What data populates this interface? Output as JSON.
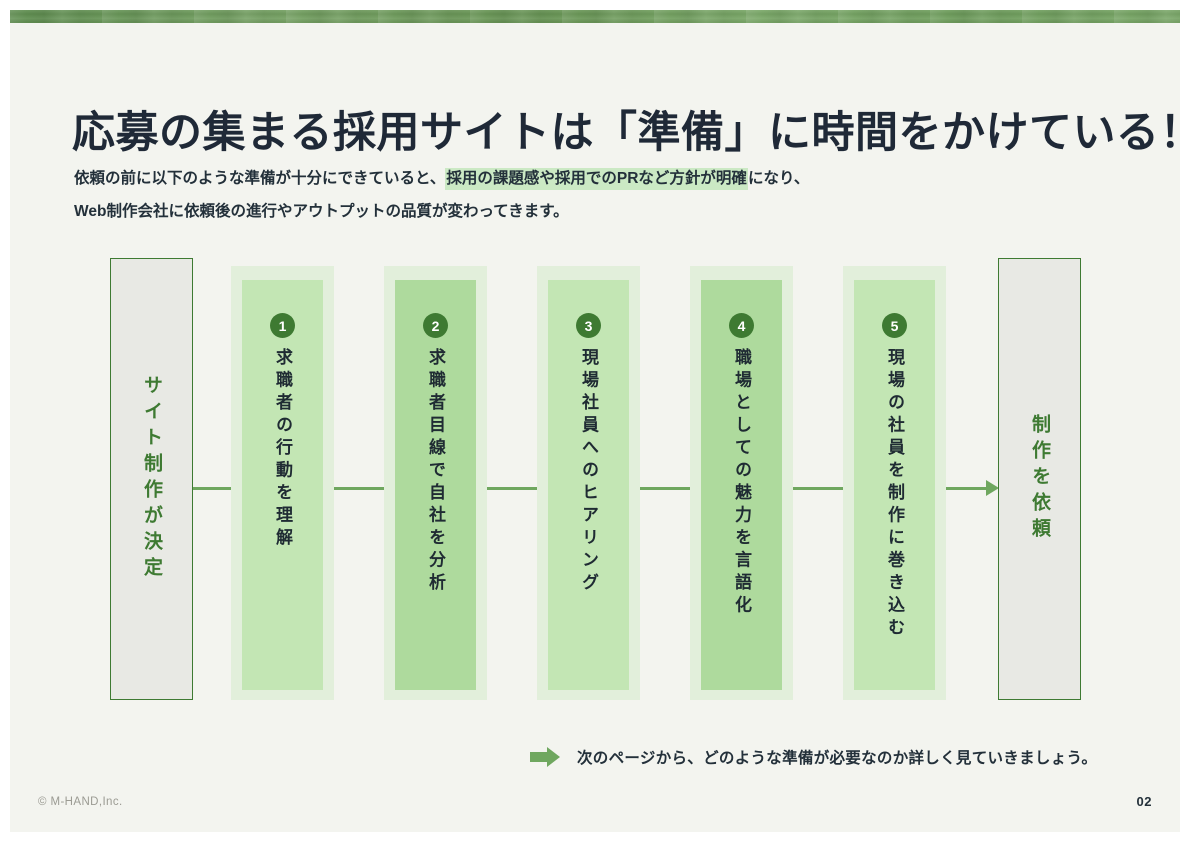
{
  "slide": {
    "title": "応募の集まる採用サイトは「準備」に時間をかけている！",
    "subtitle": {
      "line1_pre": "依頼の前に以下のような準備が十分にできていると、",
      "line1_highlight": "採用の課題感や採用でのPRなど方針が明確",
      "line1_post": "になり、",
      "line2": "Web制作会社に依頼後の進行やアウトプットの品質が変わってきます。"
    },
    "accent_color": "#3e7a32",
    "band_color": "#6f9e5d",
    "highlight_color": "#cbe9c4"
  },
  "flow": {
    "start_box": {
      "label": "サイト制作が決定"
    },
    "end_box": {
      "label": "制作を依頼"
    },
    "steps": [
      {
        "number": "1",
        "label": "求職者の行動を理解",
        "tone": "#c3e6b4"
      },
      {
        "number": "2",
        "label": "求職者目線で自社を分析",
        "tone": "#aeda9d"
      },
      {
        "number": "3",
        "label": "現場社員へのヒアリング",
        "tone": "#c3e6b4"
      },
      {
        "number": "4",
        "label": "職場としての魅力を言語化",
        "tone": "#aeda9d"
      },
      {
        "number": "5",
        "label": "現場の社員を制作に巻き込む",
        "tone": "#c3e6b4"
      }
    ]
  },
  "note": {
    "icon": "right-arrow-icon",
    "text": "次のページから、どのような準備が必要なのか詳しく見ていきましょう。"
  },
  "footer": {
    "copyright": "© M-HAND,Inc.",
    "page_number": "02"
  }
}
